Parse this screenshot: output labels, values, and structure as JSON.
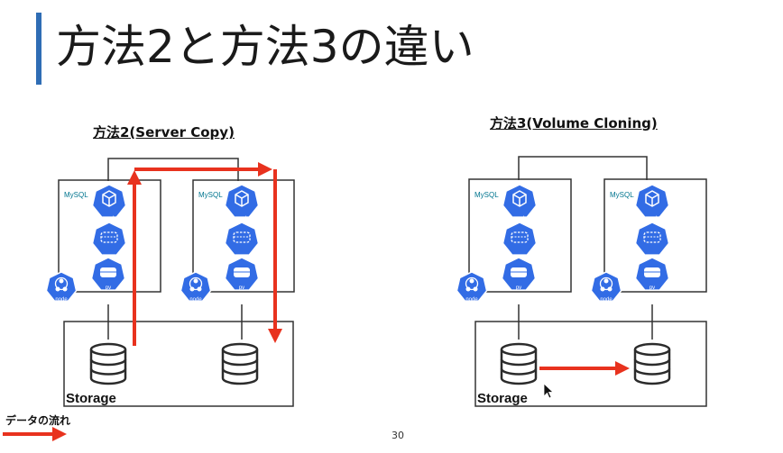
{
  "slide": {
    "title": "方法2と方法3の違い",
    "page_number": "30",
    "legend_label": "データの流れ"
  },
  "panels": [
    {
      "subtitle": "方法2(Server Copy)",
      "storage_label": "Storage",
      "nodes": [
        {
          "db_label": "MySQL",
          "pod_label": "pod",
          "pvc_label": "pvc",
          "pv_label": "pv",
          "node_label": "node"
        },
        {
          "db_label": "MySQL",
          "pod_label": "pod",
          "pvc_label": "pvc",
          "pv_label": "pv",
          "node_label": "node"
        }
      ]
    },
    {
      "subtitle": "方法3(Volume Cloning)",
      "storage_label": "Storage",
      "nodes": [
        {
          "db_label": "MySQL",
          "pod_label": "pod",
          "pvc_label": "pvc",
          "pv_label": "pv",
          "node_label": "node"
        },
        {
          "db_label": "MySQL",
          "pod_label": "pod",
          "pvc_label": "pvc",
          "pv_label": "pv",
          "node_label": "node"
        }
      ]
    }
  ],
  "colors": {
    "accent": "#2f6db5",
    "k8s_blue": "#326ce5",
    "flow_arrow": "#e8321e",
    "mysql_blue": "#00758f",
    "mysql_orange": "#f29111"
  }
}
